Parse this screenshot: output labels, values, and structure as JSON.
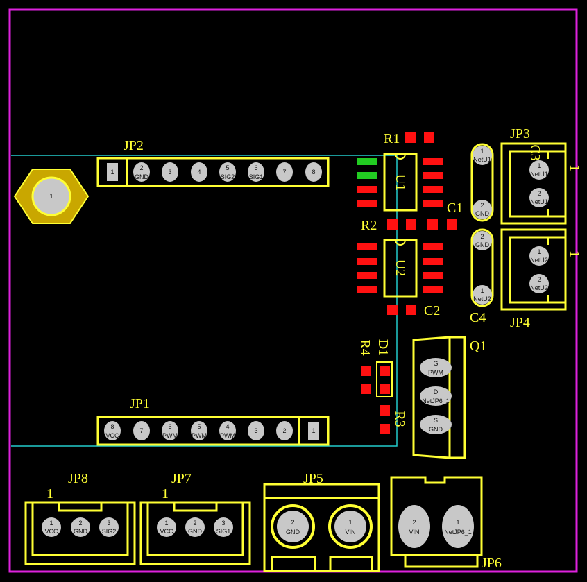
{
  "colors": {
    "background": "#000000",
    "board_outline": "#dd22dd",
    "silkscreen": "#ffff33",
    "copper_pad": "#ff1111",
    "selected_pad": "#22cc22",
    "th_pad": "#c8c8c8",
    "keepout": "#22cccc"
  },
  "designators": {
    "JP1": "JP1",
    "JP2": "JP2",
    "JP3": "JP3",
    "JP4": "JP4",
    "JP5": "JP5",
    "JP6": "JP6",
    "JP7": "JP7",
    "JP8": "JP8",
    "U1": "U1",
    "U2": "U2",
    "R1": "R1",
    "R2": "R2",
    "R3": "R3",
    "R4": "R4",
    "C1": "C1",
    "C2": "C2",
    "C3": "C3",
    "C4": "C4",
    "D1": "D1",
    "Q1": "Q1"
  },
  "pin1_markers": {
    "jp3": "1",
    "jp4": "1",
    "jp7": "1",
    "jp8": "1"
  },
  "mount_hole": {
    "num": "1"
  },
  "jp2_pins": [
    {
      "num": "1",
      "net": ""
    },
    {
      "num": "2",
      "net": "GND"
    },
    {
      "num": "3",
      "net": ""
    },
    {
      "num": "4",
      "net": ""
    },
    {
      "num": "5",
      "net": "SIG2"
    },
    {
      "num": "6",
      "net": "SIG1"
    },
    {
      "num": "7",
      "net": ""
    },
    {
      "num": "8",
      "net": ""
    }
  ],
  "jp1_pins": [
    {
      "num": "8",
      "net": "VCC"
    },
    {
      "num": "7",
      "net": ""
    },
    {
      "num": "6",
      "net": "PWM"
    },
    {
      "num": "5",
      "net": "PWM"
    },
    {
      "num": "4",
      "net": "PWM"
    },
    {
      "num": "3",
      "net": ""
    },
    {
      "num": "2",
      "net": ""
    },
    {
      "num": "1",
      "net": ""
    }
  ],
  "c3_pins": [
    {
      "num": "1",
      "net": "NetU1"
    },
    {
      "num": "2",
      "net": "GND"
    }
  ],
  "c4_pins": [
    {
      "num": "2",
      "net": "GND"
    },
    {
      "num": "1",
      "net": "NetU2"
    }
  ],
  "jp3_pins": [
    {
      "num": "1",
      "net": "NetU1"
    },
    {
      "num": "2",
      "net": "NetU1"
    }
  ],
  "jp4_pins": [
    {
      "num": "1",
      "net": "NetU2"
    },
    {
      "num": "2",
      "net": "NetU2"
    }
  ],
  "q1_pins": [
    {
      "num": "G",
      "net": "PWM"
    },
    {
      "num": "D",
      "net": "NetJP6_1"
    },
    {
      "num": "S",
      "net": "GND"
    }
  ],
  "jp8_pins": [
    {
      "num": "1",
      "net": "VCC"
    },
    {
      "num": "2",
      "net": "GND"
    },
    {
      "num": "3",
      "net": "SIG2"
    }
  ],
  "jp7_pins": [
    {
      "num": "1",
      "net": "VCC"
    },
    {
      "num": "2",
      "net": "GND"
    },
    {
      "num": "3",
      "net": "SIG1"
    }
  ],
  "jp5_pins": [
    {
      "num": "2",
      "net": "GND"
    },
    {
      "num": "1",
      "net": "VIN"
    }
  ],
  "jp6_pins": [
    {
      "num": "2",
      "net": "VIN"
    },
    {
      "num": "1",
      "net": "NetJP6_1"
    }
  ]
}
